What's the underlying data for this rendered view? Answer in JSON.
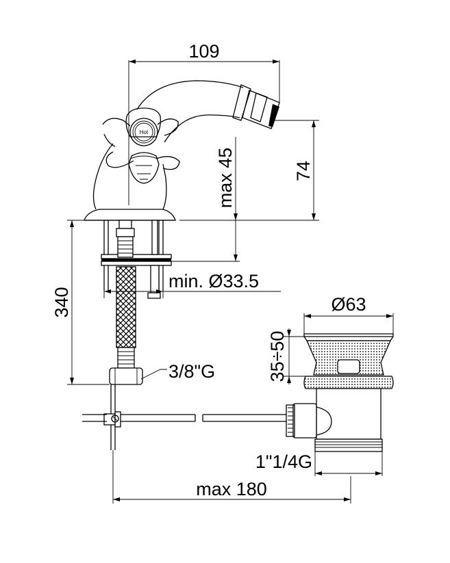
{
  "dimensions": {
    "spout_reach": "109",
    "spout_height": "74",
    "max_height": "max 45",
    "min_hole": "min. Ø33.5",
    "total_length": "340",
    "connection": "3/8\"G",
    "waste_diameter": "Ø63",
    "waste_range": "35÷50",
    "waste_thread": "1\"1/4G",
    "max_reach": "max 180"
  },
  "handle_label": "Hot"
}
